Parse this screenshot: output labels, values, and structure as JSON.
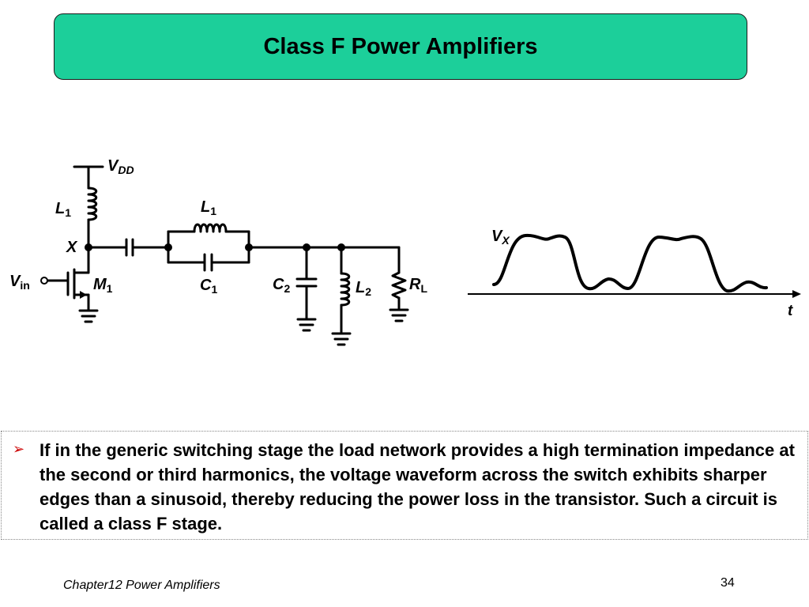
{
  "slide": {
    "title": "Class F Power Amplifiers",
    "bullet": "If in the generic switching stage the load network provides a high termination impedance at the second or third harmonics, the voltage waveform across the switch exhibits sharper edges than a sinusoid, thereby reducing the power loss in the transistor. Such a circuit is called a class F stage.",
    "footer": "Chapter12 Power Amplifiers",
    "page_number": "34"
  },
  "circuit": {
    "vdd": "V",
    "vdd_sub": "DD",
    "l1_left": "L",
    "l1_left_sub": "1",
    "node_x": "X",
    "vin": "V",
    "vin_sub": "in",
    "m1": "M",
    "m1_sub": "1",
    "l1_tank": "L",
    "l1_tank_sub": "1",
    "c1": "C",
    "c1_sub": "1",
    "c2": "C",
    "c2_sub": "2",
    "l2": "L",
    "l2_sub": "2",
    "rl": "R",
    "rl_sub": "L"
  },
  "waveform": {
    "y_label": "V",
    "y_label_sub": "X",
    "x_label": "t"
  },
  "colors": {
    "title_bg": "#1ccf9a",
    "bullet_marker": "#cc0000"
  }
}
